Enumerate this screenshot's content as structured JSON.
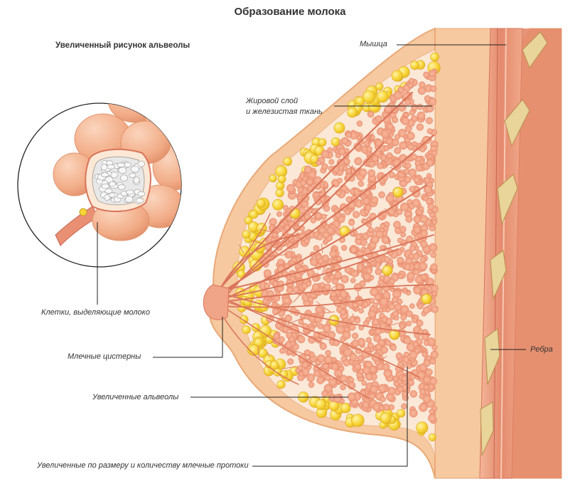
{
  "title": "Образование молока",
  "inset_title": "Увеличенный рисунок альвеолы",
  "labels": {
    "muscle": "Мышца",
    "fat_line1": "Жировой слой",
    "fat_line2": "и железистая ткань",
    "cells": "Клетки, выделяющие молоко",
    "cisterns": "Млечные цистерны",
    "ribs": "Ребра",
    "alveoli": "Увеличенные альвеолы",
    "ducts": "Увеличенные по размеру и количеству млечные протоки"
  },
  "colors": {
    "skin": "#f6c9a0",
    "skin_outline": "#e9a877",
    "tissue": "#f2a285",
    "tissue_dark": "#d9745a",
    "fat": "#f7d23a",
    "fat_light": "#fbe66b",
    "muscle": "#e0876a",
    "rib": "#e9d49a",
    "line": "#222222"
  }
}
